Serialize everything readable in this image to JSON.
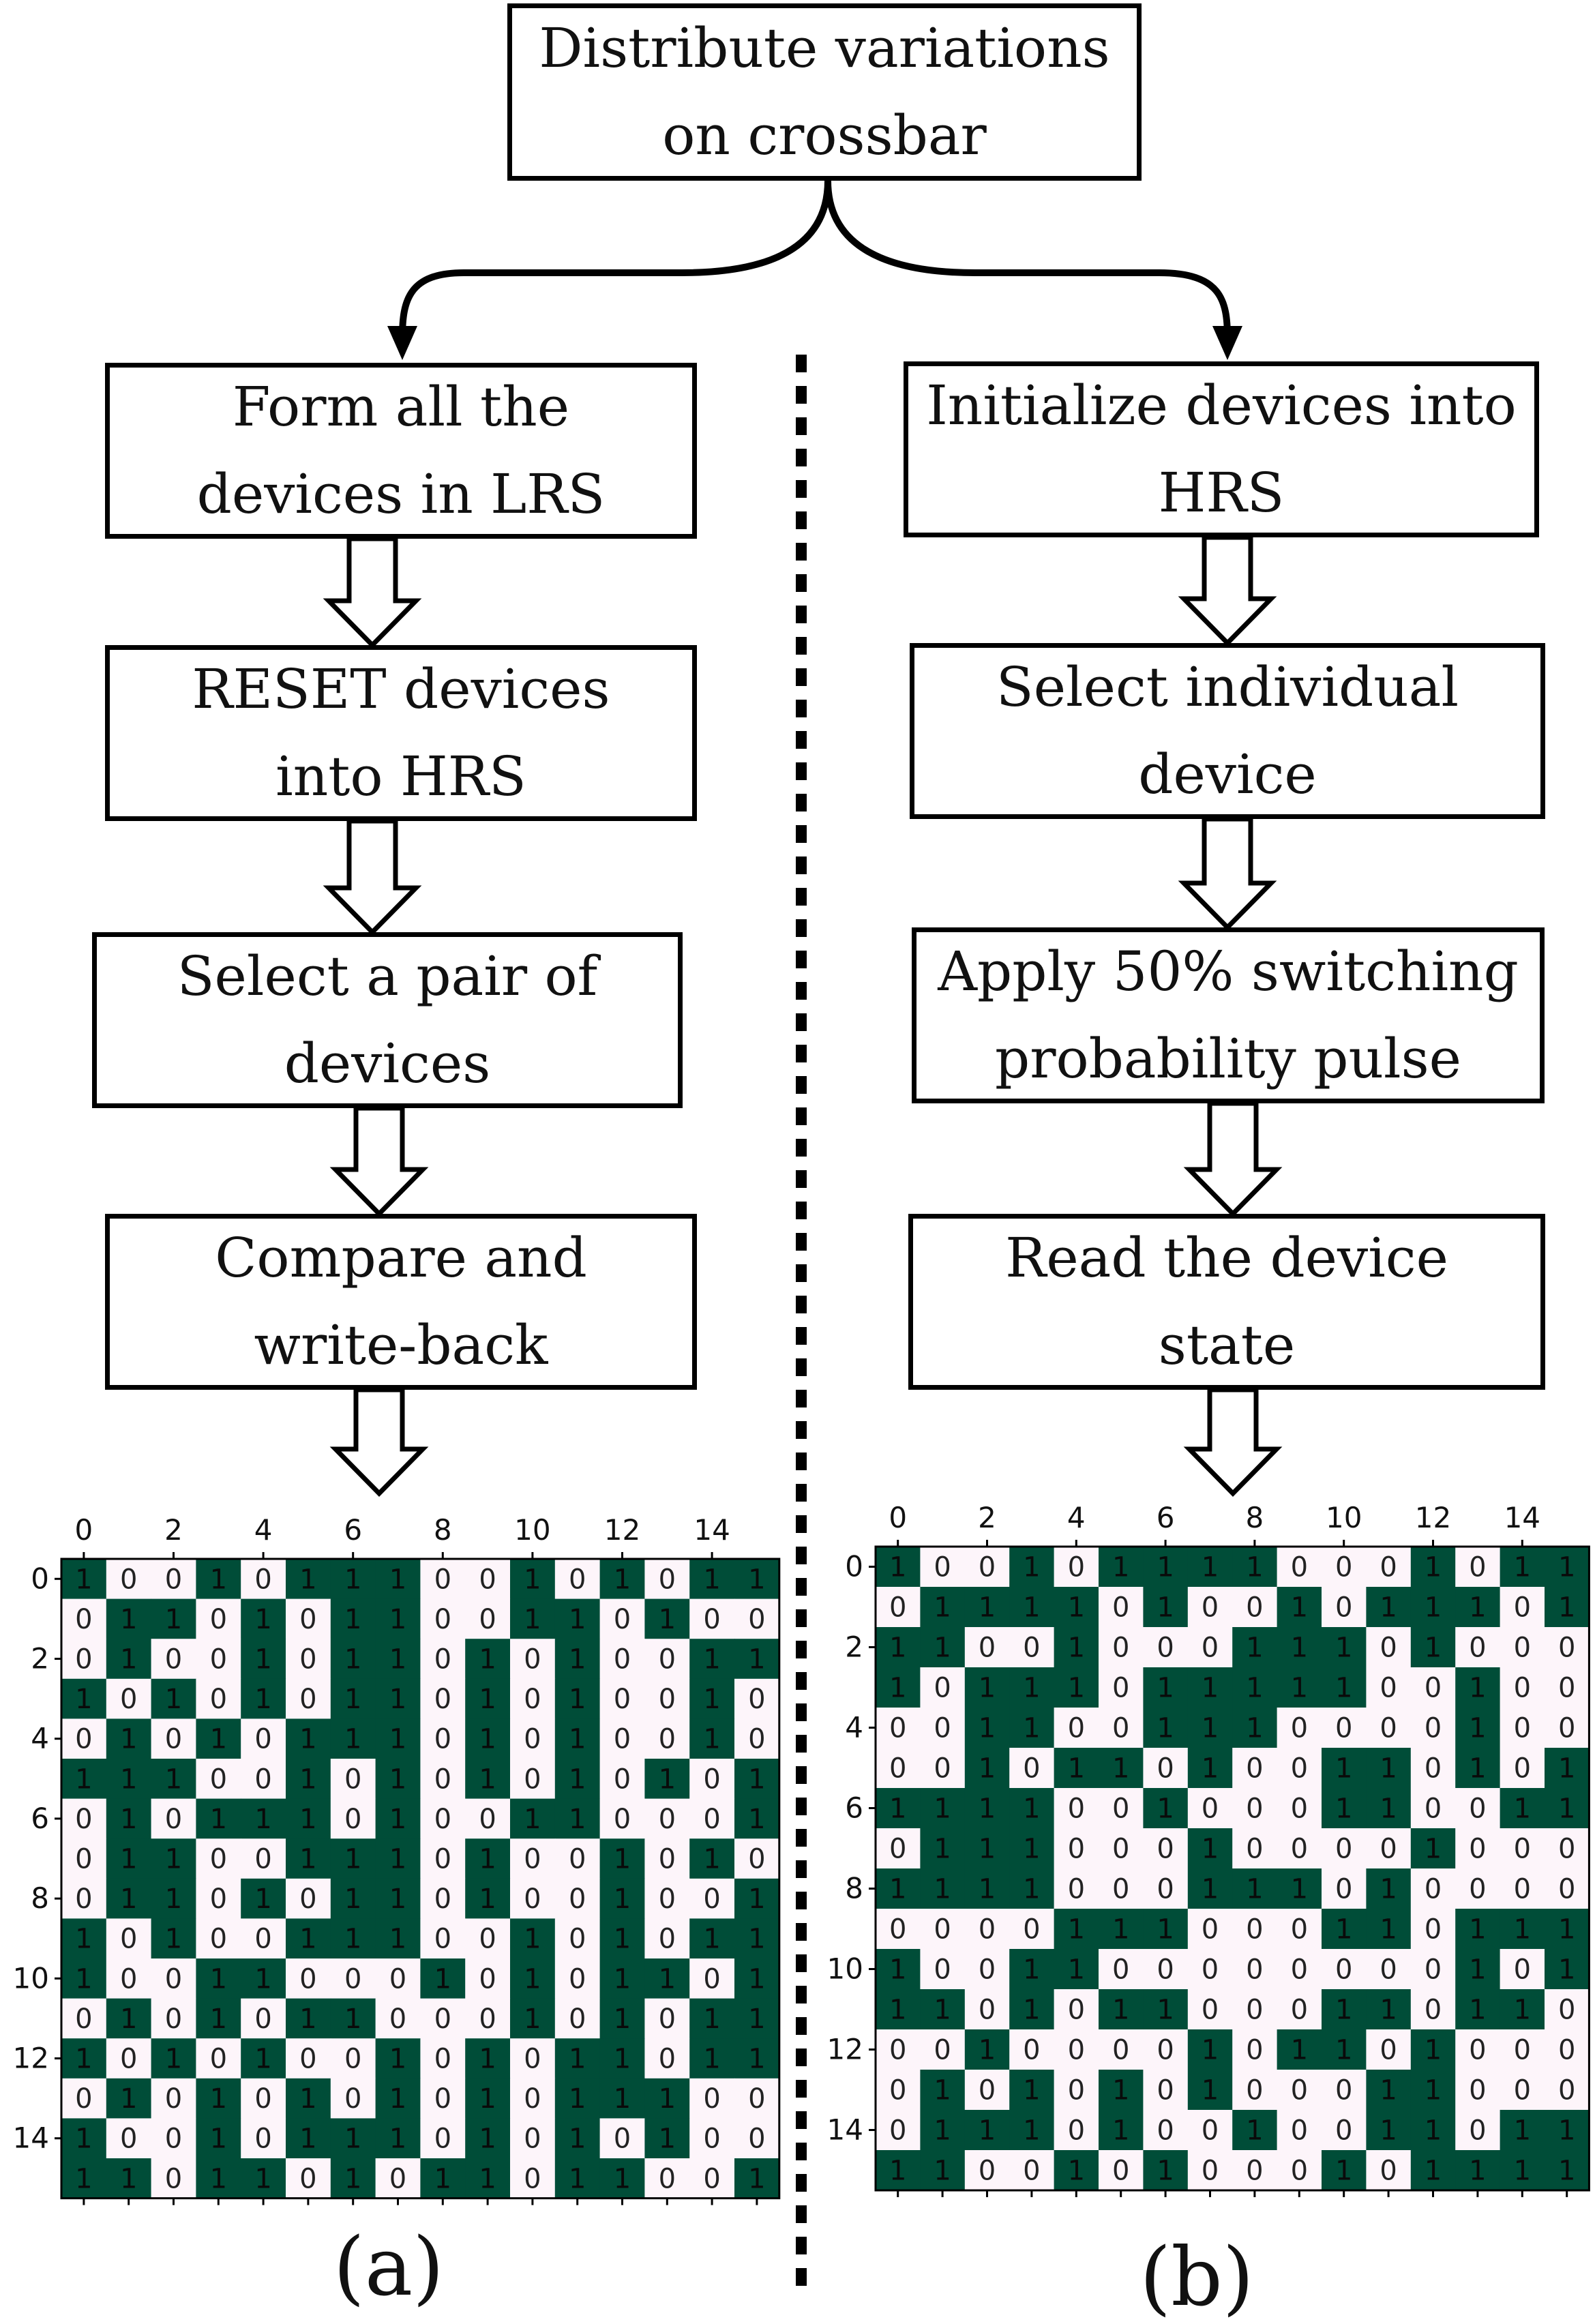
{
  "top_box": {
    "text": "Distribute variations\non crossbar"
  },
  "left_flow": [
    {
      "text": "Form all the\ndevices in LRS"
    },
    {
      "text": "RESET devices\ninto HRS"
    },
    {
      "text": "Select a pair of\ndevices"
    },
    {
      "text": "Compare and\nwrite-back"
    }
  ],
  "right_flow": [
    {
      "text": "Initialize devices into\nHRS"
    },
    {
      "text": "Select individual\ndevice"
    },
    {
      "text": "Apply 50% switching\nprobability pulse"
    },
    {
      "text": "Read the device\nstate"
    }
  ],
  "captions": {
    "left": "(a)",
    "right": "(b)"
  },
  "colors": {
    "on": "#004d38",
    "off": "#fdf5fa",
    "line": "#000000"
  },
  "heatmap_ticks": [
    "0",
    "2",
    "4",
    "6",
    "8",
    "10",
    "12",
    "14"
  ],
  "grid_a": [
    "1001011100101011",
    "0110101100110100",
    "0100101101010011",
    "1010101101010010",
    "0101011101010010",
    "1110010101010101",
    "0101110100110001",
    "0110011101001010",
    "0110101101001001",
    "1010011100101011",
    "1001100010101101",
    "0101011000101011",
    "1010100101011011",
    "0101010101011100",
    "1001011101010100",
    "1101101011011001"
  ],
  "grid_b": [
    "1001011110001011",
    "0111101001011101",
    "1100100011101000",
    "1011101111100100",
    "0011001110000100",
    "0010110100110101",
    "1111001000110011",
    "0111000100001000",
    "1111000111010000",
    "0000111000110111",
    "1001100000000101",
    "1101011000110110",
    "0010000101101000",
    "0101010100011000",
    "0111010010011011",
    "1100101000101111"
  ]
}
